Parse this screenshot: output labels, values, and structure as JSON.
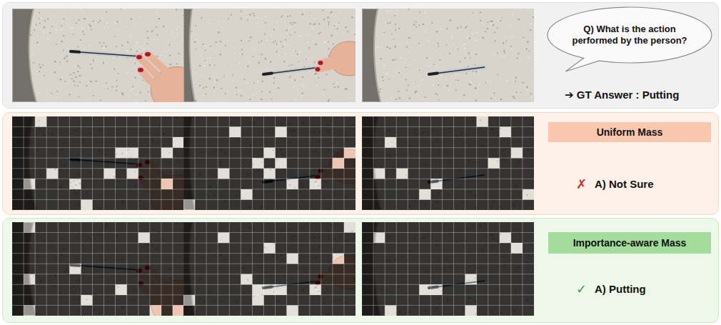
{
  "diagram": {
    "nodes": [
      {
        "text": [
          "➔ GT Answer : Putting"
        ]
      },
      {
        "text": [
          "Q) What is the action performed by the person?"
        ],
        "in": 0
      },
      {
        "text": [
          "✗",
          "A) Not Sure"
        ]
      },
      {
        "text": [
          "Uniform Mass"
        ],
        "in": 2
      },
      {
        "text": [
          "✓",
          "A) Putting"
        ]
      },
      {
        "text": [
          "Importance-aware Mass"
        ],
        "in": 4
      }
    ]
  }
}
